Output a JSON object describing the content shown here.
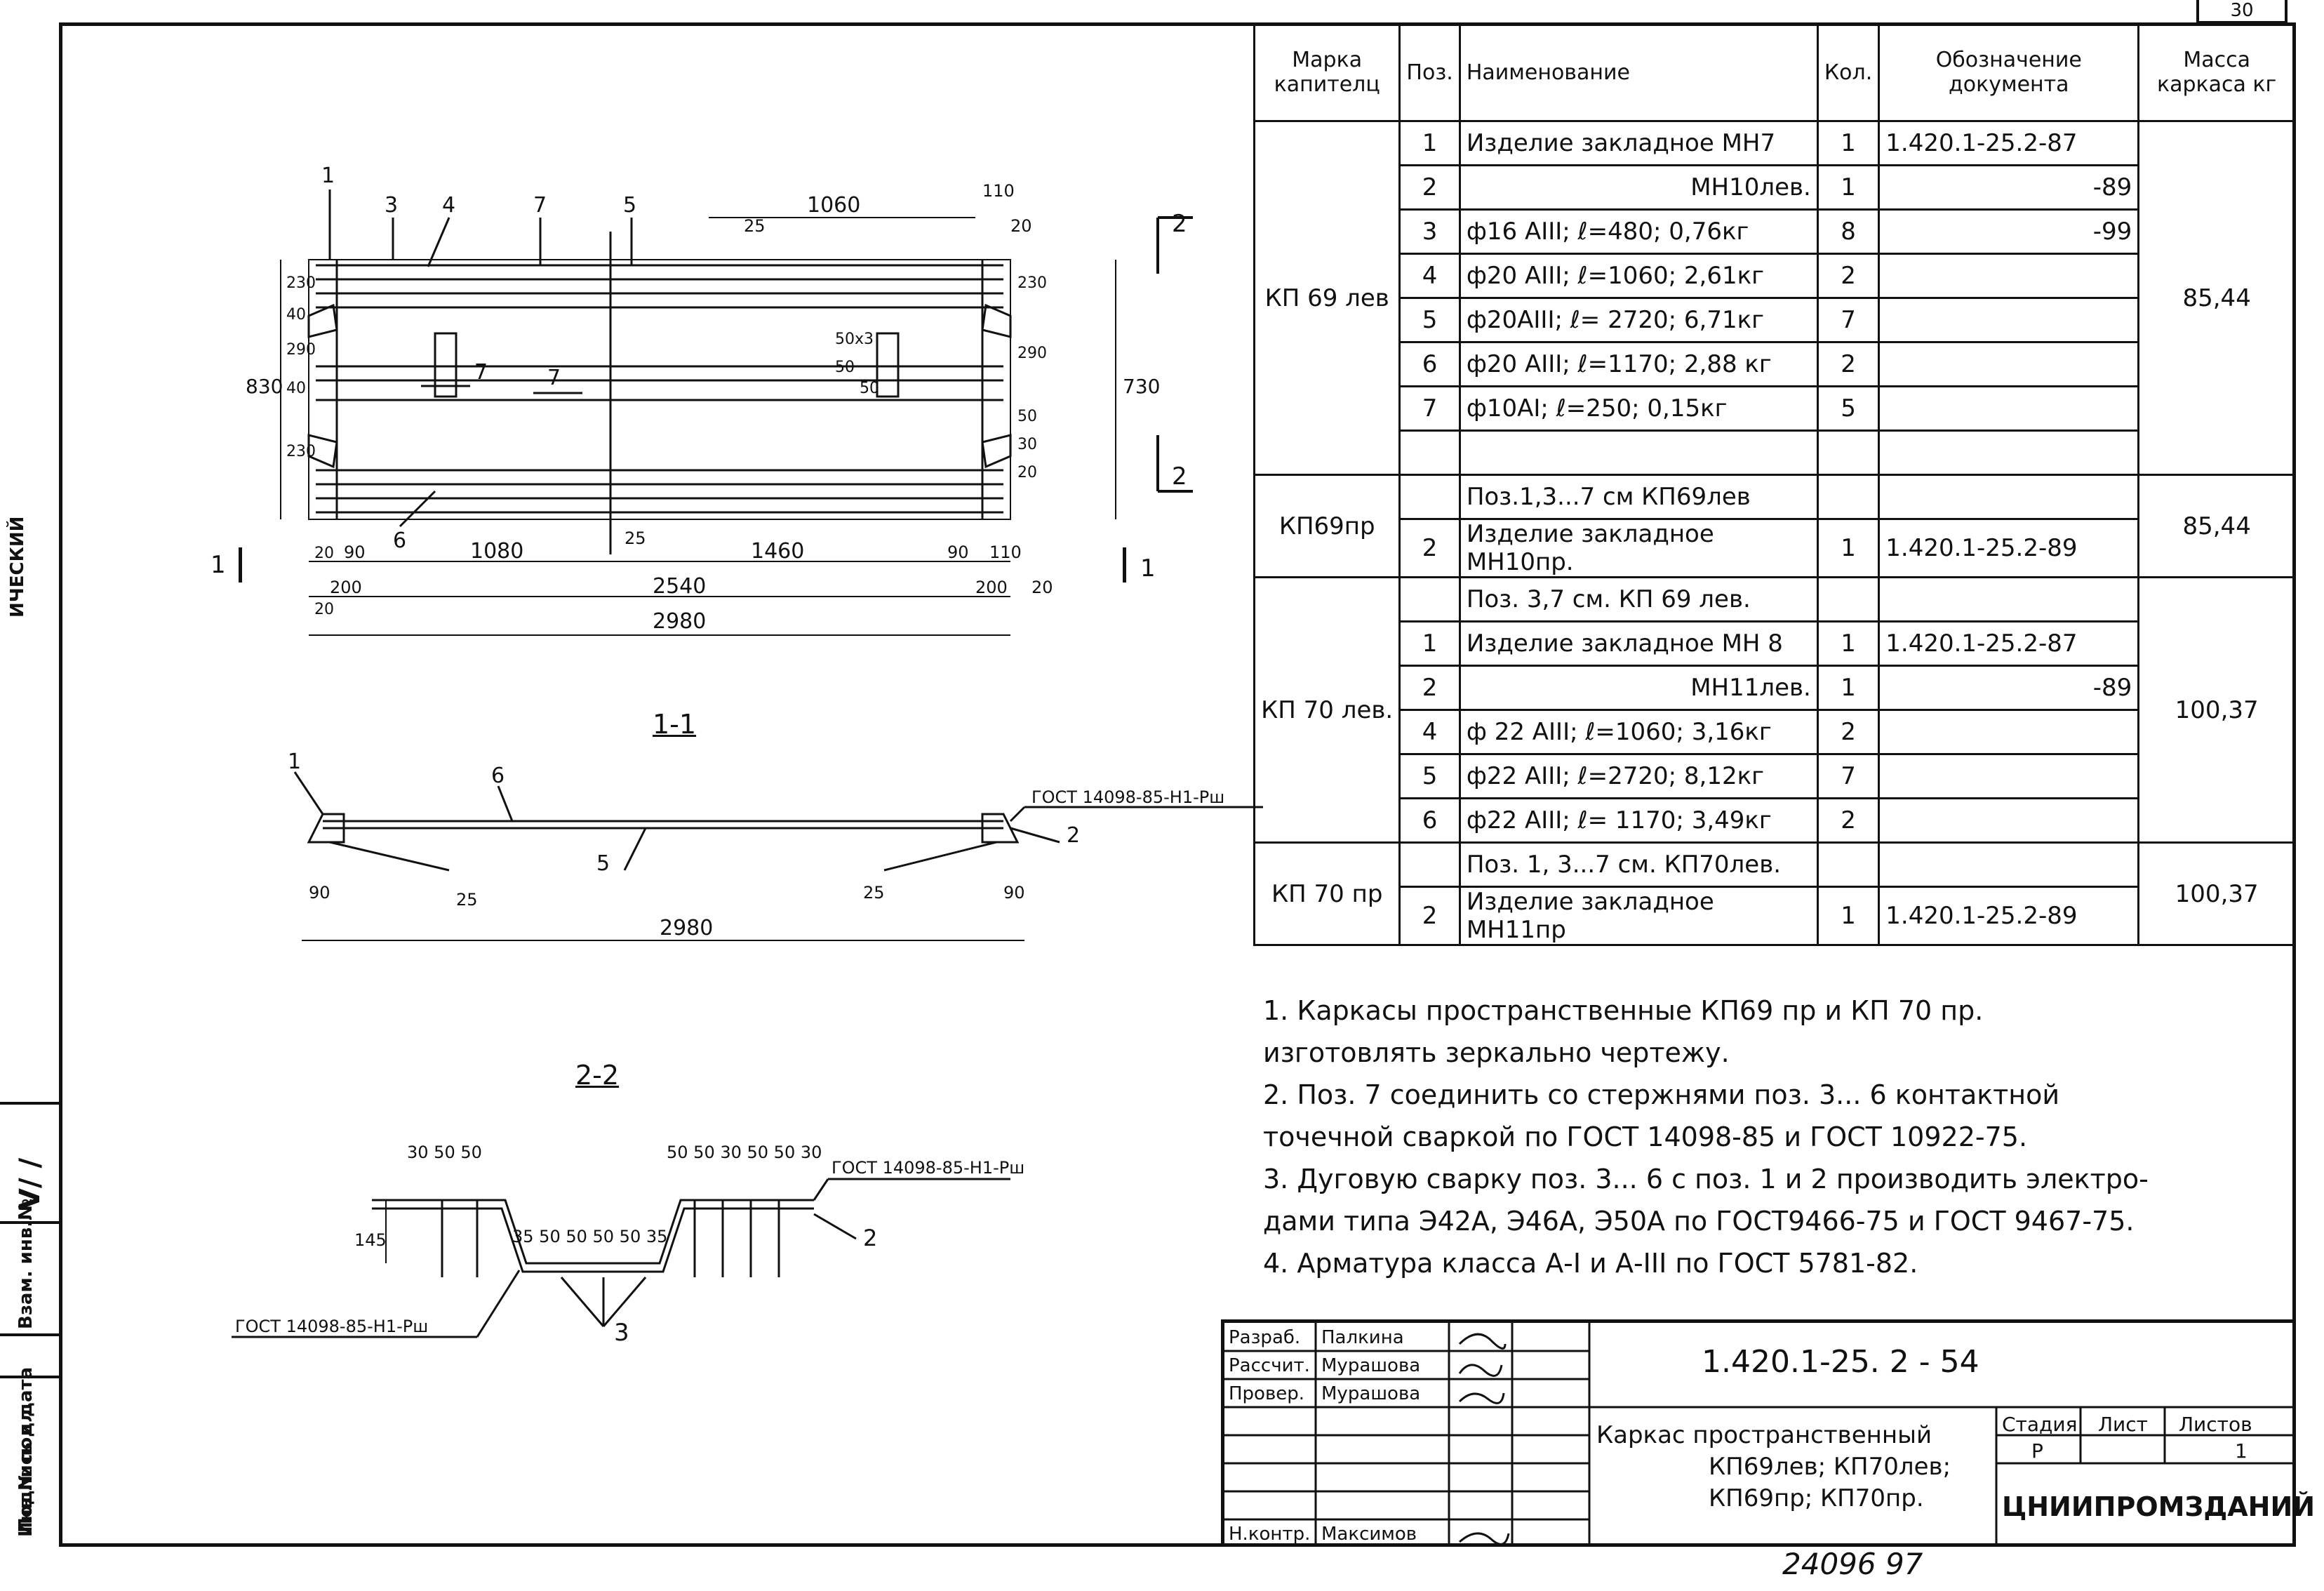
{
  "sheet_number": "30",
  "stamp_number": "24096   97",
  "binding_column": {
    "inv_no_orig": "Инв.№ подл.",
    "signature_date": "Подпись и дата",
    "replaced_inv": "Взам. инв.№",
    "hand_mark": "V/ /",
    "side_text": "ИЧЕСКИЙ"
  },
  "plan": {
    "section_marks": {
      "cut1": "1",
      "cut2": "2"
    },
    "callouts": [
      "1",
      "3",
      "4",
      "7",
      "5",
      "7",
      "7",
      "6"
    ],
    "dims_top": {
      "d1060": "1060",
      "d110": "110",
      "d25a": "25",
      "d20a": "20"
    },
    "dims_left": {
      "d830": "830",
      "d230a": "230",
      "d40a": "40",
      "d290a": "290",
      "d40b": "40",
      "d230b": "230"
    },
    "dims_right": {
      "d230": "230",
      "d290": "290",
      "d730": "730",
      "d50": "50",
      "d30": "30",
      "d20b": "20"
    },
    "inner": {
      "d50x3": "50x3",
      "d50": "50",
      "d50b": "50",
      "d25b": "25"
    },
    "dims_bottom": {
      "d20c": "20",
      "d90a": "90",
      "d1080": "1080",
      "d1460": "1460",
      "d90b": "90",
      "d110b": "110",
      "d200a": "200",
      "d2540": "2540",
      "d200b": "200",
      "d20d": "20",
      "d20e": "20",
      "d2980": "2980"
    }
  },
  "section_1_1": {
    "title": "1-1",
    "gost": "ГОСТ 14098-85-Н1-Рш",
    "callouts": [
      "1",
      "6",
      "5",
      "2"
    ],
    "dims": [
      "90",
      "25",
      "25",
      "90"
    ],
    "overall": "2980"
  },
  "section_2_2": {
    "title": "2-2",
    "gost_top": "ГОСТ 14098-85-Н1-Рш",
    "gost_bottom": "ГОСТ 14098-85-Н1-Рш",
    "dims_left": "30 50 50",
    "dims_mid": "35  50 50  50 50  35",
    "dims_right": "50 50 30 50 50 30",
    "height": "145",
    "callouts": [
      "2",
      "3"
    ]
  },
  "spec_table": {
    "headers": {
      "mark": "Марка капителц",
      "pos": "Поз.",
      "name": "Наименование",
      "qty": "Кол.",
      "doc": "Обозначение документа",
      "mass": "Масса каркаса кг"
    },
    "groups": [
      {
        "mark": "КП 69 лев",
        "mass": "85,44",
        "rows": [
          {
            "pos": "1",
            "name": "Изделие закладное МН7",
            "qty": "1",
            "doc": "1.420.1-25.2-87"
          },
          {
            "pos": "2",
            "name": "МН10лев.",
            "qty": "1",
            "doc": "-89"
          },
          {
            "pos": "3",
            "name": "ф16 АIII; ℓ=480; 0,76кг",
            "qty": "8",
            "doc": "-99"
          },
          {
            "pos": "4",
            "name": "ф20 АIII; ℓ=1060; 2,61кг",
            "qty": "2",
            "doc": ""
          },
          {
            "pos": "5",
            "name": "ф20АIII; ℓ= 2720; 6,71кг",
            "qty": "7",
            "doc": ""
          },
          {
            "pos": "6",
            "name": "ф20 АIII; ℓ=1170; 2,88 кг",
            "qty": "2",
            "doc": ""
          },
          {
            "pos": "7",
            "name": "ф10АI; ℓ=250; 0,15кг",
            "qty": "5",
            "doc": ""
          },
          {
            "pos": "",
            "name": "",
            "qty": "",
            "doc": ""
          }
        ]
      },
      {
        "mark": "КП69пр",
        "mass": "85,44",
        "rows": [
          {
            "pos": "",
            "name": "Поз.1,3...7 см КП69лев",
            "qty": "",
            "doc": ""
          },
          {
            "pos": "2",
            "name": "Изделие закладное МН10пр.",
            "qty": "1",
            "doc": "1.420.1-25.2-89"
          }
        ]
      },
      {
        "mark": "КП 70 лев.",
        "mass": "100,37",
        "rows": [
          {
            "pos": "",
            "name": "Поз. 3,7 см. КП 69 лев.",
            "qty": "",
            "doc": ""
          },
          {
            "pos": "1",
            "name": "Изделие закладное МН 8",
            "qty": "1",
            "doc": "1.420.1-25.2-87"
          },
          {
            "pos": "2",
            "name": "МН11лев.",
            "qty": "1",
            "doc": "-89"
          },
          {
            "pos": "4",
            "name": "ф 22 АIII; ℓ=1060; 3,16кг",
            "qty": "2",
            "doc": ""
          },
          {
            "pos": "5",
            "name": "ф22 АIII; ℓ=2720; 8,12кг",
            "qty": "7",
            "doc": ""
          },
          {
            "pos": "6",
            "name": "ф22 АIII; ℓ= 1170; 3,49кг",
            "qty": "2",
            "doc": ""
          }
        ]
      },
      {
        "mark": "КП 70 пр",
        "mass": "100,37",
        "rows": [
          {
            "pos": "",
            "name": "Поз. 1, 3...7 см. КП70лев.",
            "qty": "",
            "doc": ""
          },
          {
            "pos": "2",
            "name": "Изделие закладное МН11пр",
            "qty": "1",
            "doc": "1.420.1-25.2-89"
          }
        ]
      }
    ]
  },
  "notes": [
    "1. Каркасы пространственные  КП69 пр  и  КП 70 пр.",
    "    изготовлять зеркально чертежу.",
    "2. Поз. 7 соединить со стержнями поз. 3... 6 контактной",
    "    точечной  сваркой  по ГОСТ 14098-85 и ГОСТ 10922-75.",
    "3. Дуговую сварку поз. 3... 6 с поз. 1 и 2 производить электро-",
    "    дами типа Э42А, Э46А, Э50А по ГОСТ9466-75 и ГОСТ 9467-75.",
    "4. Арматура   класса  А-I и А-III  по ГОСТ 5781-82."
  ],
  "title_block": {
    "designation": "1.420.1-25. 2 - 54",
    "roles": [
      {
        "role": "Разраб.",
        "name": "Палкина"
      },
      {
        "role": "Рассчит.",
        "name": "Мурашова"
      },
      {
        "role": "Провер.",
        "name": "Мурашова"
      },
      {
        "role": "",
        "name": ""
      },
      {
        "role": "",
        "name": ""
      },
      {
        "role": "",
        "name": ""
      },
      {
        "role": "Н.контр.",
        "name": "Максимов"
      }
    ],
    "title_lines": [
      "Каркас пространственный",
      "КП69лев; КП70лев;",
      "КП69пр;  КП70пр."
    ],
    "stage_label": "Стадия",
    "sheet_label": "Лист",
    "sheets_label": "Листов",
    "stage": "Р",
    "sheet": "",
    "sheets": "1",
    "org": "ЦНИИПРОМЗДАНИЙ"
  }
}
